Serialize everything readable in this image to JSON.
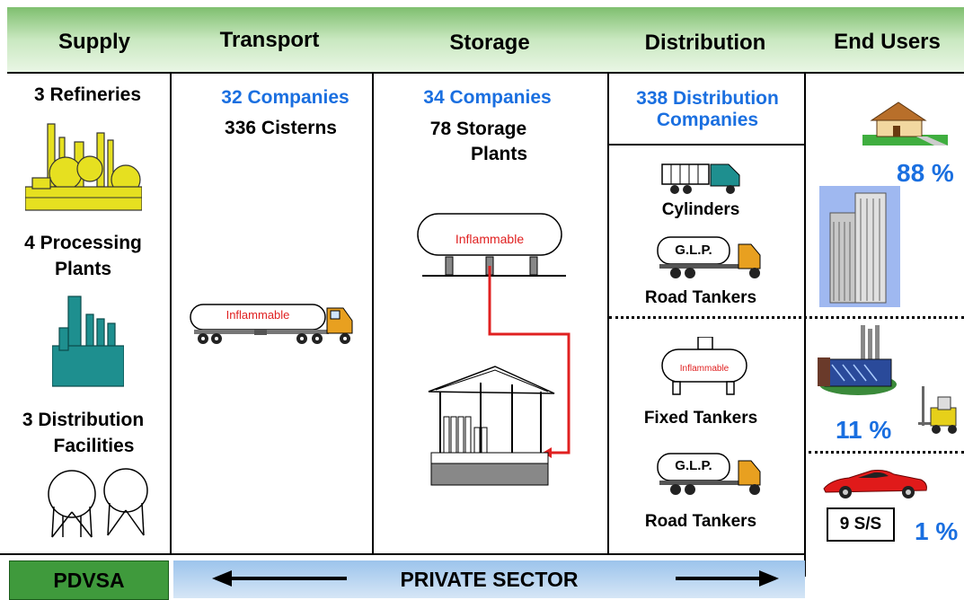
{
  "headers": {
    "supply": "Supply",
    "transport": "Transport",
    "storage": "Storage",
    "distribution": "Distribution",
    "end_users": "End Users"
  },
  "supply": {
    "refineries": "3 Refineries",
    "processing_1": "4 Processing",
    "processing_2": "Plants",
    "facilities_1": "3 Distribution",
    "facilities_2": "Facilities"
  },
  "transport": {
    "companies": "32 Companies",
    "cisterns": "336 Cisterns",
    "tank_label": "Inflammable"
  },
  "storage": {
    "companies": "34 Companies",
    "plants_1": "78 Storage",
    "plants_2": "Plants",
    "tank_label": "Inflammable"
  },
  "distribution": {
    "companies_1": "338 Distribution",
    "companies_2": "Companies",
    "cylinders": "Cylinders",
    "road_tankers_1": "Road Tankers",
    "fixed_tankers": "Fixed Tankers",
    "fixed_tank_label": "Inflammable",
    "road_tankers_2": "Road Tankers",
    "glp_1": "G.L.P.",
    "glp_2": "G.L.P."
  },
  "end_users": {
    "residential_pct": "88 %",
    "industrial_pct": "11 %",
    "ss_label": "9 S/S",
    "auto_pct": "1 %"
  },
  "bottom": {
    "pdvsa": "PDVSA",
    "private": "PRIVATE SECTOR"
  },
  "colors": {
    "header_green": "#7fbf6f",
    "pdvsa_green": "#3f9a3c",
    "private_blue": "#bcd6f0",
    "accent_blue": "#1a6fe0",
    "pipe_red": "#e02020",
    "refinery_yellow": "#e6e020",
    "processing_teal": "#1e8f8f"
  }
}
